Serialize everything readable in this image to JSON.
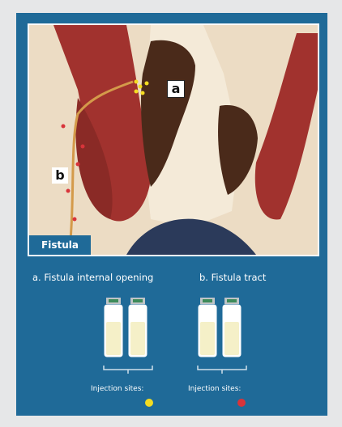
{
  "illustration": {
    "tag": "Fistula",
    "callout_a": "a",
    "callout_b": "b"
  },
  "legend": {
    "a_label": "a. Fistula internal opening",
    "b_label": "b. Fistula tract",
    "injection_a": "Injection sites:",
    "injection_b": "Injection sites:"
  },
  "colors": {
    "frame": "#1f6a98",
    "yellow_marker": "#f3dc22",
    "red_marker": "#d8343a"
  }
}
